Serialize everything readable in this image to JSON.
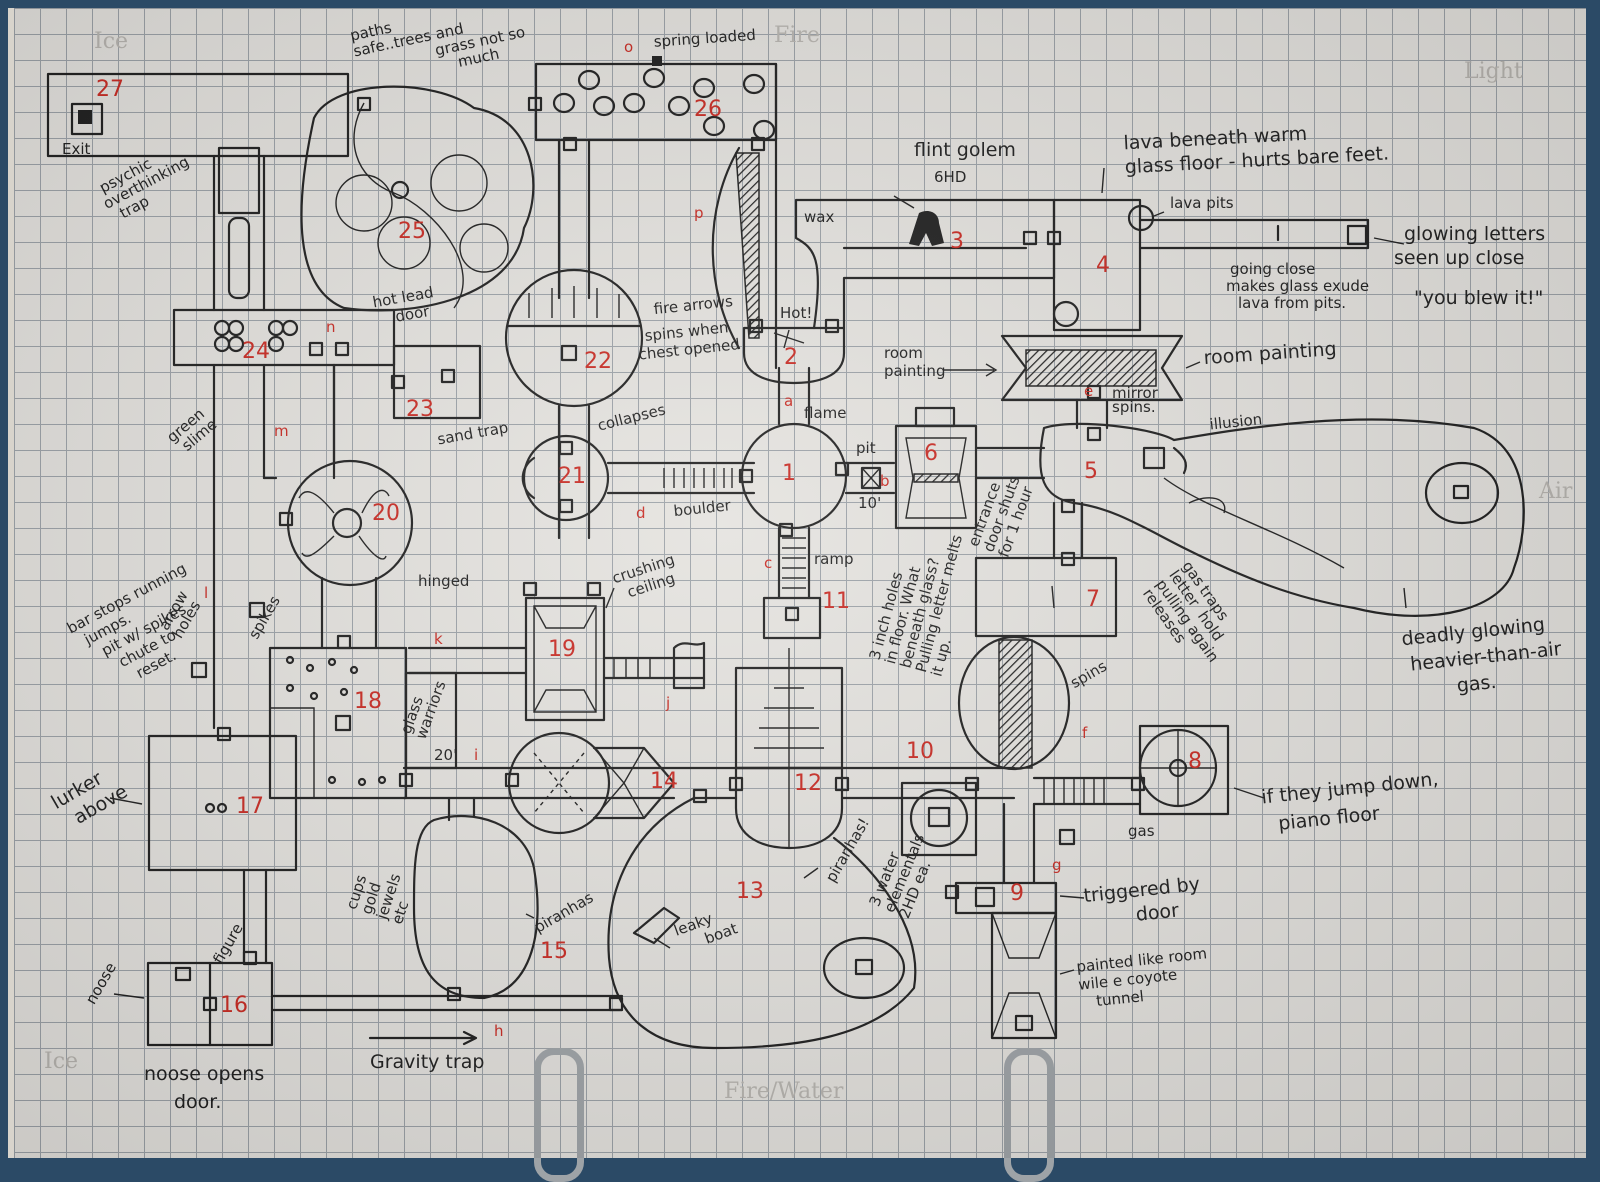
{
  "room_numbers": [
    "1",
    "2",
    "3",
    "4",
    "5",
    "6",
    "7",
    "8",
    "9",
    "10",
    "11",
    "12",
    "13",
    "14",
    "15",
    "16",
    "17",
    "18",
    "19",
    "20",
    "21",
    "22",
    "23",
    "24",
    "25",
    "26",
    "27"
  ],
  "trap_letters": {
    "a": "a",
    "b": "b",
    "c": "c",
    "d": "d",
    "e": "e",
    "f": "f",
    "g": "g",
    "h": "h",
    "i": "i",
    "j": "j",
    "k": "k",
    "l": "l",
    "m": "m",
    "n": "n",
    "o": "o",
    "p": "p"
  },
  "faint_corner_labels": [
    "Ice",
    "Fire",
    "Light",
    "Air",
    "Fire/Water",
    "Ice"
  ],
  "notes": {
    "paths_safe": [
      "paths",
      "safe..trees and",
      "grass not so",
      "much"
    ],
    "spring_loaded": "spring loaded",
    "exit": "Exit",
    "psychic": [
      "psychic",
      "overthinking",
      "trap"
    ],
    "lava_warm": [
      "lava beneath warm",
      "glass floor - hurts bare feet."
    ],
    "flint_golem": [
      "flint golem",
      "6HD"
    ],
    "wax": "wax",
    "lava_pits": "lava pits",
    "glowing_letters": [
      "glowing letters",
      "seen up close",
      "\"you blew it!\""
    ],
    "going_close": [
      "going close",
      "makes glass exude",
      "lava from pits."
    ],
    "hot": "Hot!",
    "hot_lead_door": [
      "hot lead",
      "door"
    ],
    "fire_arrows": "fire arrows",
    "spins_chest": [
      "spins when",
      "chest opened"
    ],
    "room_painting_l": [
      "room",
      "painting"
    ],
    "room_painting_r": "room painting",
    "mirror_spins": [
      "mirror",
      "spins."
    ],
    "illusion": "illusion",
    "collapses": "collapses",
    "flame": "flame",
    "green_slime": [
      "green",
      "slime"
    ],
    "sand_trap": "sand trap",
    "pit": "pit",
    "ten_ft": "10'",
    "boulder": "boulder",
    "ramp": "ramp",
    "entrance": [
      "entrance",
      "door shuts",
      "for 1 hour"
    ],
    "bar_stops": [
      "bar stops running",
      "jumps.",
      "pit w/ spikes",
      "chute to",
      "reset."
    ],
    "arrow_holes": [
      "arrow",
      "holes"
    ],
    "hinged": "hinged",
    "crushing_ceiling": [
      "crushing",
      "ceiling"
    ],
    "spikes": "spikes",
    "holes_floor": [
      "3 inch holes",
      "in floor. What",
      "beneath glass?",
      "Pulling letter melts",
      "it up."
    ],
    "gas_letters": [
      "gas",
      "traps",
      "letter",
      "hold",
      "pulling again",
      "releases"
    ],
    "deadly_gas": [
      "deadly glowing",
      "heavier-than-air",
      "gas."
    ],
    "spins": "spins",
    "glass_warriors": [
      "glass",
      "warriors"
    ],
    "twenty_d": "20'",
    "lurker": [
      "lurker",
      "above"
    ],
    "jump_down": [
      "if they jump down,",
      "piano floor"
    ],
    "piranhas_r": "piranhas!",
    "water_elementals": [
      "3 water",
      "elementals",
      "2HD ea."
    ],
    "gas": "gas",
    "triggered": [
      "triggered by",
      "door"
    ],
    "cups_gold": [
      "cups",
      "gold",
      "jewels",
      "etc"
    ],
    "piranhas_15": "piranhas",
    "leaky_boat": [
      "leaky",
      "boat"
    ],
    "noose": "noose",
    "figure": "figure",
    "noose_opens": [
      "noose opens",
      "door."
    ],
    "gravity_trap": "Gravity trap",
    "painted_tunnel": [
      "painted like room",
      "wile e coyote",
      "tunnel"
    ]
  }
}
